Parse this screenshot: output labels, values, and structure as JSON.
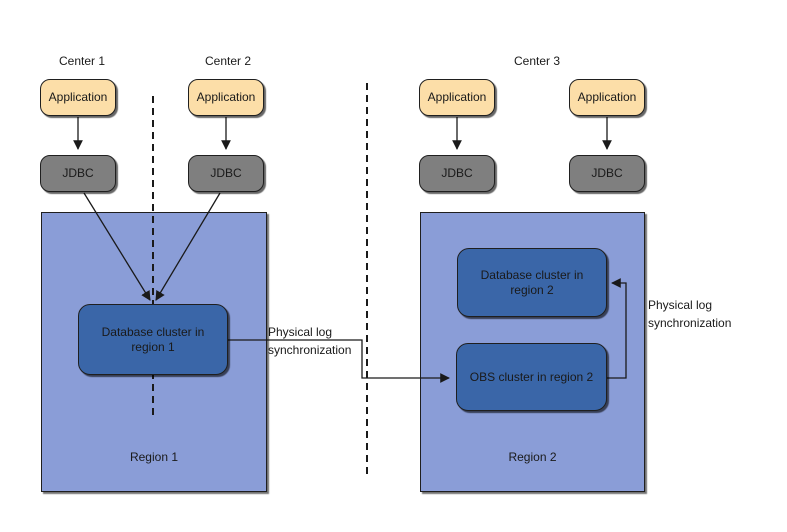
{
  "diagram": {
    "centers": [
      {
        "label": "Center 1"
      },
      {
        "label": "Center 2"
      },
      {
        "label": "Center 3"
      }
    ],
    "applications": [
      {
        "label": "Application"
      },
      {
        "label": "Application"
      },
      {
        "label": "Application"
      },
      {
        "label": "Application"
      }
    ],
    "jdbc_nodes": [
      {
        "label": "JDBC"
      },
      {
        "label": "JDBC"
      },
      {
        "label": "JDBC"
      },
      {
        "label": "JDBC"
      }
    ],
    "regions": [
      {
        "label": "Region 1"
      },
      {
        "label": "Region 2"
      }
    ],
    "clusters": [
      {
        "label": "Database cluster in region 1"
      },
      {
        "label": "Database cluster in region 2"
      },
      {
        "label": "OBS cluster in region 2"
      }
    ],
    "sync_labels": [
      {
        "line1": "Physical log",
        "line2": "synchronization"
      },
      {
        "line1": "Physical log",
        "line2": "synchronization"
      }
    ],
    "colors": {
      "application_fill": "#FCDEA8",
      "jdbc_fill": "#7F7F7F",
      "region_fill": "#8A9DD7",
      "cluster_fill": "#3A66A8",
      "line_color": "#1a1a1a",
      "text_color": "#1a1a1a"
    }
  }
}
